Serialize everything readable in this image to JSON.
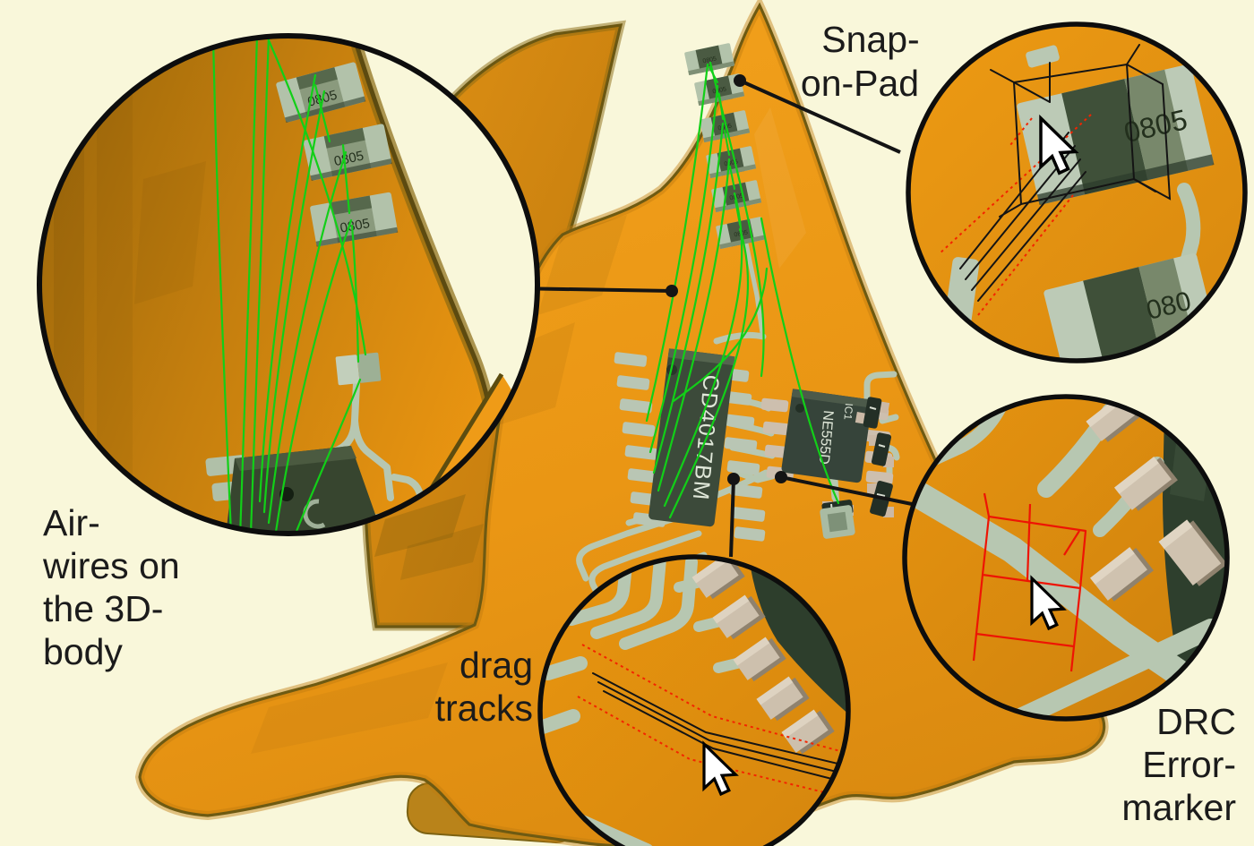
{
  "labels": {
    "snap_on_pad": {
      "lines": [
        "Snap-",
        "on-Pad"
      ]
    },
    "airwires": {
      "lines": [
        "Air-",
        "wires on",
        "the 3D-",
        "body"
      ]
    },
    "drag_tracks": {
      "lines": [
        "drag",
        "tracks"
      ]
    },
    "drc_error": {
      "lines": [
        "DRC",
        "Error-",
        "marker"
      ]
    }
  },
  "components": {
    "cd4017_label": "CD4017BM",
    "ne555_ref": "IC1",
    "ne555_part": "NE555D",
    "resistor_label": "0805",
    "resistor_label_partial": "080"
  },
  "colors": {
    "background": "#f9f7da",
    "body_orange": "#ec9914",
    "body_shadow": "#c07c0e",
    "body_rim": "#6e5a12",
    "track_green": "#b7c7b1",
    "ic_dark_green": "#3c4a3a",
    "pad_tan": "#cdc0ad",
    "airwire_green": "#12cf18",
    "drc_red": "#ee1404",
    "callout_black": "#141414",
    "cursor_white": "#ffffff"
  }
}
